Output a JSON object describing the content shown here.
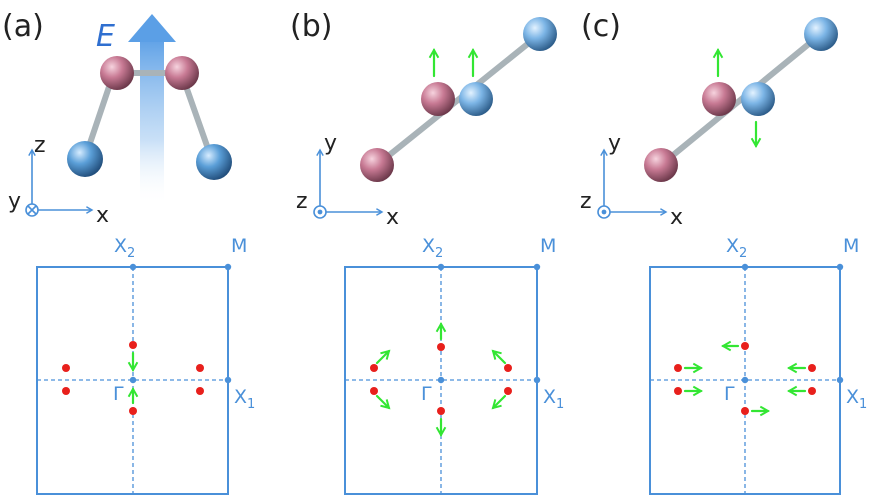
{
  "panels": [
    {
      "label": "(a)",
      "axes": {
        "vertical": "z",
        "horizontal": "x",
        "out_of_plane": "y",
        "out_of_plane_symbol": "into-page"
      },
      "field_label": "E"
    },
    {
      "label": "(b)",
      "axes": {
        "vertical": "y",
        "horizontal": "x",
        "out_of_plane": "z",
        "out_of_plane_symbol": "out-of-page"
      }
    },
    {
      "label": "(c)",
      "axes": {
        "vertical": "y",
        "horizontal": "x",
        "out_of_plane": "z",
        "out_of_plane_symbol": "out-of-page"
      }
    }
  ],
  "bz_labels": {
    "x2": "X",
    "x2_sub": "2",
    "m": "M",
    "x1": "X",
    "x1_sub": "1",
    "gamma": "Γ"
  },
  "colors": {
    "atom_pink": "#c87a94",
    "atom_blue": "#5b9fd8",
    "bz_blue": "#4a90d9",
    "weyl_red": "#e8201c",
    "arrow_green": "#33e633",
    "field_arrow": "#6aa8e8"
  }
}
